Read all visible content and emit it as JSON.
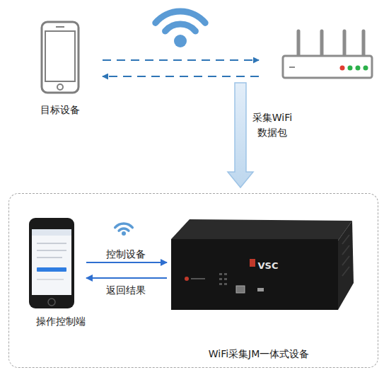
{
  "diagram": {
    "nodes": [
      {
        "text": [
          "目标设备"
        ]
      },
      {
        "text": []
      },
      {
        "text": [
          "WiFi采集JM一体式设备"
        ]
      },
      {
        "text": [
          "操作控制端"
        ],
        "in": 2
      },
      {
        "text": [
          "VSC"
        ],
        "in": 2
      }
    ],
    "edges": [
      {
        "from": 0,
        "to": 1,
        "arrow": "to"
      },
      {
        "from": 1,
        "to": 0,
        "arrow": "to"
      },
      {
        "from": 1,
        "to": 2,
        "label": "采集WiFi 数据包",
        "arrow": "to"
      },
      {
        "from": 3,
        "to": 4,
        "label": "控制设备",
        "arrow": "to"
      },
      {
        "from": 4,
        "to": 3,
        "label": "返回结果",
        "arrow": "to"
      }
    ]
  }
}
